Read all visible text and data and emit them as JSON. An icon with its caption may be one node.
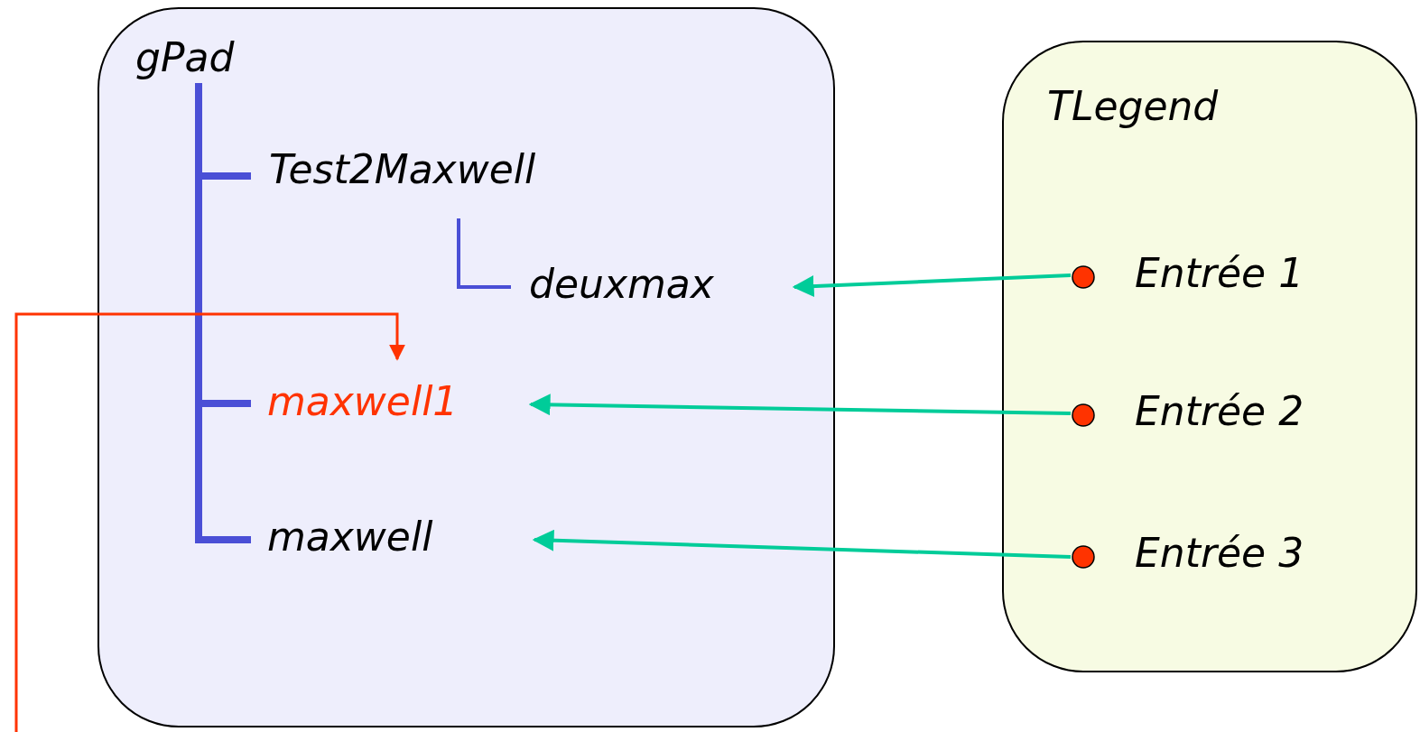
{
  "diagram": {
    "nodes": [
      {
        "text": [
          "gPad"
        ]
      },
      {
        "text": [
          "Test2Maxwell"
        ],
        "in": 0
      },
      {
        "text": [
          "deuxmax"
        ],
        "in": 0
      },
      {
        "text": [
          "maxwell1"
        ],
        "in": 0
      },
      {
        "text": [
          "maxwell"
        ],
        "in": 0
      },
      {
        "text": [
          "TLegend"
        ]
      },
      {
        "text": [
          "Entrée 1"
        ],
        "in": 5
      },
      {
        "text": [
          "Entrée 2"
        ],
        "in": 5
      },
      {
        "text": [
          "Entrée 3"
        ],
        "in": 5
      }
    ],
    "edges": [
      {
        "from": 0,
        "to": 1,
        "arrow": "none",
        "style": "thick"
      },
      {
        "from": 1,
        "to": 2,
        "arrow": "none"
      },
      {
        "from": 0,
        "to": 3,
        "arrow": "none",
        "style": "thick"
      },
      {
        "from": 0,
        "to": 4,
        "arrow": "none",
        "style": "thick"
      },
      {
        "from": 6,
        "to": 2,
        "arrow": "to",
        "color": "#00cc99"
      },
      {
        "from": 7,
        "to": 3,
        "arrow": "to",
        "color": "#00cc99"
      },
      {
        "from": 8,
        "to": 4,
        "arrow": "to",
        "color": "#00cc99"
      },
      {
        "from": null,
        "to": 3,
        "arrow": "to",
        "color": "#ff3300"
      }
    ]
  }
}
